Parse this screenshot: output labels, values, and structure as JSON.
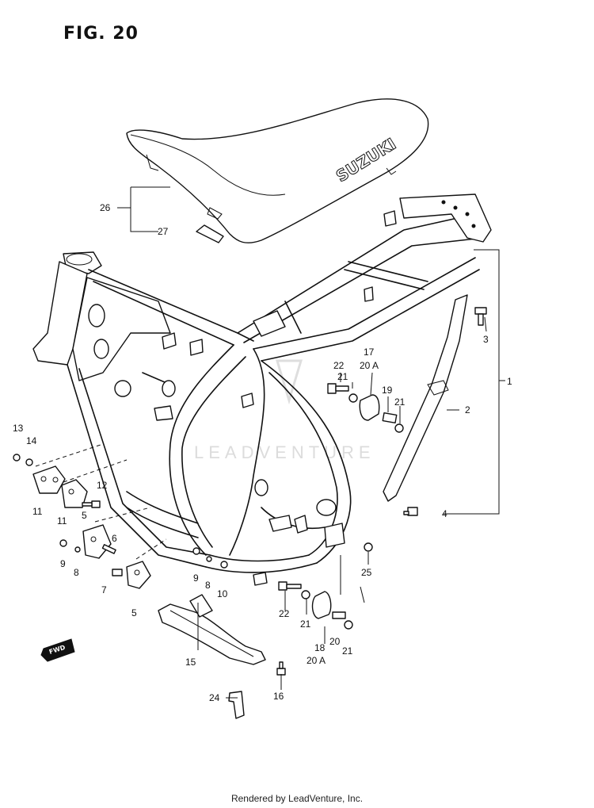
{
  "figure": {
    "title": "FIG. 20"
  },
  "brand_text": "SUZUKI",
  "fwd_text": "FWD",
  "watermark": "LEADVENTURE",
  "footer": "Rendered by LeadVenture, Inc.",
  "callouts": [
    {
      "id": "c1",
      "label": "1"
    },
    {
      "id": "c2",
      "label": "2"
    },
    {
      "id": "c3",
      "label": "3"
    },
    {
      "id": "c4",
      "label": "4"
    },
    {
      "id": "c5a",
      "label": "5"
    },
    {
      "id": "c5b",
      "label": "5"
    },
    {
      "id": "c6",
      "label": "6"
    },
    {
      "id": "c7",
      "label": "7"
    },
    {
      "id": "c8a",
      "label": "8"
    },
    {
      "id": "c8b",
      "label": "8"
    },
    {
      "id": "c9a",
      "label": "9"
    },
    {
      "id": "c9b",
      "label": "9"
    },
    {
      "id": "c10",
      "label": "10"
    },
    {
      "id": "c11a",
      "label": "11"
    },
    {
      "id": "c11b",
      "label": "11"
    },
    {
      "id": "c12",
      "label": "12"
    },
    {
      "id": "c13",
      "label": "13"
    },
    {
      "id": "c14",
      "label": "14"
    },
    {
      "id": "c15",
      "label": "15"
    },
    {
      "id": "c16",
      "label": "16"
    },
    {
      "id": "c17",
      "label": "17"
    },
    {
      "id": "c18",
      "label": "18"
    },
    {
      "id": "c19",
      "label": "19"
    },
    {
      "id": "c20a",
      "label": "20 A"
    },
    {
      "id": "c20",
      "label": "20"
    },
    {
      "id": "c20b",
      "label": "20 A"
    },
    {
      "id": "c21a",
      "label": "21"
    },
    {
      "id": "c21b",
      "label": "21"
    },
    {
      "id": "c21c",
      "label": "21"
    },
    {
      "id": "c21d",
      "label": "21"
    },
    {
      "id": "c22a",
      "label": "22"
    },
    {
      "id": "c22b",
      "label": "22"
    },
    {
      "id": "c24",
      "label": "24"
    },
    {
      "id": "c25",
      "label": "25"
    },
    {
      "id": "c26",
      "label": "26"
    },
    {
      "id": "c27",
      "label": "27"
    }
  ]
}
